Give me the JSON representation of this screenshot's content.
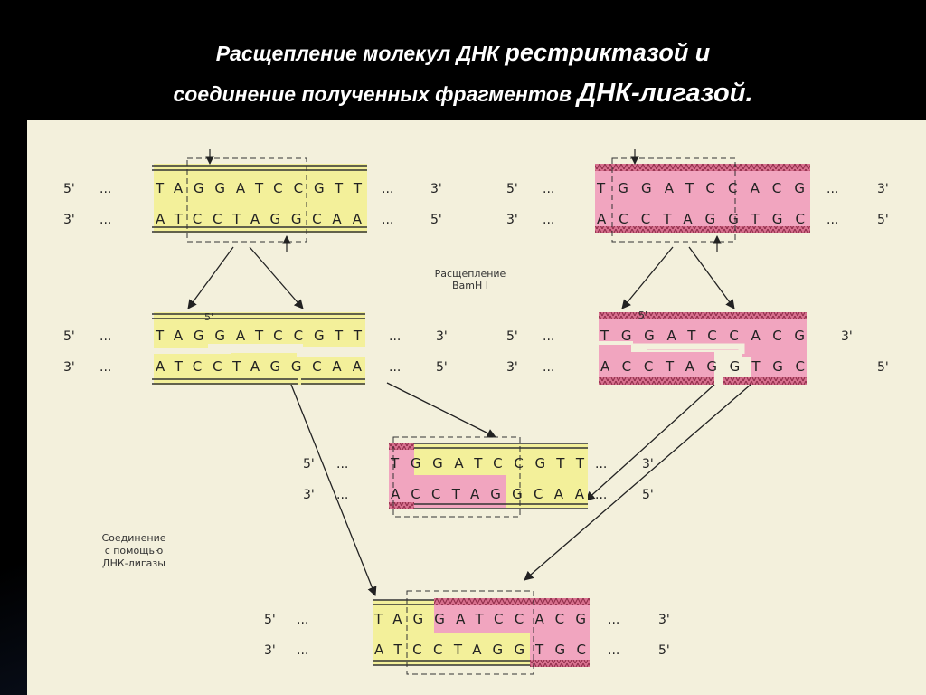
{
  "title": {
    "line1_a": "Расщепление молекул ДНК ",
    "line1_b": "рестриктазой и",
    "line2_a": "соединение полученных фрагментов ",
    "line2_b": "ДНК-лигазой."
  },
  "labels": {
    "five_prime": "5'",
    "three_prime": "3'",
    "dots": "...",
    "cleavage_line1": "Расщепление",
    "cleavage_line2": "BamH I",
    "ligation_line1": "Соединение",
    "ligation_line2": "с помощью",
    "ligation_line3": "ДНК-лигазы"
  },
  "colors": {
    "yellow_fragment": "#f3f09a",
    "pink_fragment": "#f1a5bf",
    "pink_border": "#c8506e",
    "arrow": "#222222"
  },
  "molecules": {
    "left_original": {
      "top": "TAGGATCCGTT",
      "bottom": "ATCCTAGGCAA"
    },
    "right_original": {
      "top": "TGGATCCACG",
      "bottom": "ACCTAGGTGC"
    },
    "left_cut": {
      "top": "TAGGATCCGTT",
      "bottom": "ATCCTAGGCAA"
    },
    "right_cut": {
      "top": "TGGATCCACG",
      "bottom": "ACCTAGGTGC"
    },
    "hybrid_a": {
      "top": "TGGATCCGTT",
      "bottom": "ACCTAGGCAA"
    },
    "hybrid_b": {
      "top": "TAGGATCCACG",
      "bottom": "ATCCTAGGTGC"
    }
  }
}
